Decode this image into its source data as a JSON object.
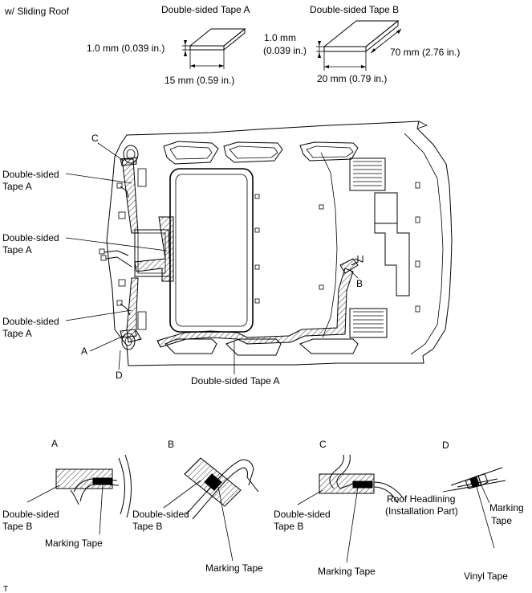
{
  "header": {
    "condition": "w/ Sliding Roof"
  },
  "tape_a_spec": {
    "title": "Double-sided Tape A",
    "thickness": "1.0 mm (0.039 in.)",
    "width": "15 mm (0.59 in.)"
  },
  "tape_b_spec": {
    "title": "Double-sided Tape B",
    "thickness_line1": "1.0 mm",
    "thickness_line2": "(0.039 in.)",
    "length": "70 mm (2.76 in.)",
    "width": "20 mm (0.79 in.)"
  },
  "main_view": {
    "callout_c": "C",
    "callout_a": "A",
    "callout_b": "B",
    "callout_d": "D",
    "tape_line1": "Double-sided",
    "tape_line2": "Tape A",
    "bottom_tape": "Double-sided Tape A"
  },
  "detail_a": {
    "letter": "A",
    "tape_line1": "Double-sided",
    "tape_line2": "Tape B",
    "marking": "Marking Tape"
  },
  "detail_b": {
    "letter": "B",
    "tape_line1": "Double-sided",
    "tape_line2": "Tape B",
    "marking": "Marking Tape"
  },
  "detail_c": {
    "letter": "C",
    "tape_line1": "Double-sided",
    "tape_line2": "Tape B",
    "marking": "Marking Tape"
  },
  "detail_d": {
    "letter": "D",
    "headlining_line1": "Roof Headlining",
    "headlining_line2": "(Installation Part)",
    "marking_line1": "Marking",
    "marking_line2": "Tape",
    "vinyl": "Vinyl Tape"
  },
  "footer": {
    "code": "T"
  }
}
